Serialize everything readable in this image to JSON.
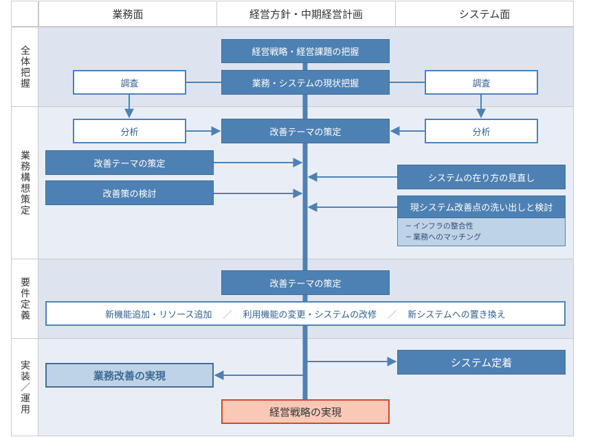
{
  "headers": [
    "業務面",
    "経営方針・中期経営計画",
    "システム面"
  ],
  "rows": [
    {
      "label": "全体把握"
    },
    {
      "label": "業務構想策定"
    },
    {
      "label": "要件定義"
    },
    {
      "label": "実装／運用"
    }
  ],
  "boxes": {
    "strategy_issues": "経営戦略・経営課題の把握",
    "current_state": "業務・システムの現状把握",
    "survey_left": "調査",
    "survey_right": "調査",
    "analysis_left": "分析",
    "analysis_right": "分析",
    "theme_center": "改善テーマの策定",
    "theme_left": "改善テーマの策定",
    "measures_left": "改善策の検討",
    "system_ideal": "システムの在り方の見直し",
    "current_system_points": "現システム改善点の洗い出しと検討",
    "infra_item": "─ インフラの整合性",
    "matching_item": "─ 業務へのマッチング",
    "theme_req": "改善テーマの策定",
    "req_opt1": "新機能追加・リソース追加",
    "req_sep1": "／",
    "req_opt2": "利用機能の変更・システムの改修",
    "req_sep2": "／",
    "req_opt3": "新システムへの置き換え",
    "system_adoption": "システム定着",
    "business_improvement": "業務改善の実現",
    "strategy_realization": "経営戦略の実現"
  },
  "colors": {
    "dark_box": "#4e81b3",
    "band_dark": "#dde4ef",
    "band_light": "#e9eef6",
    "final_fill": "#f9c9b8",
    "final_border": "#d8442a"
  }
}
